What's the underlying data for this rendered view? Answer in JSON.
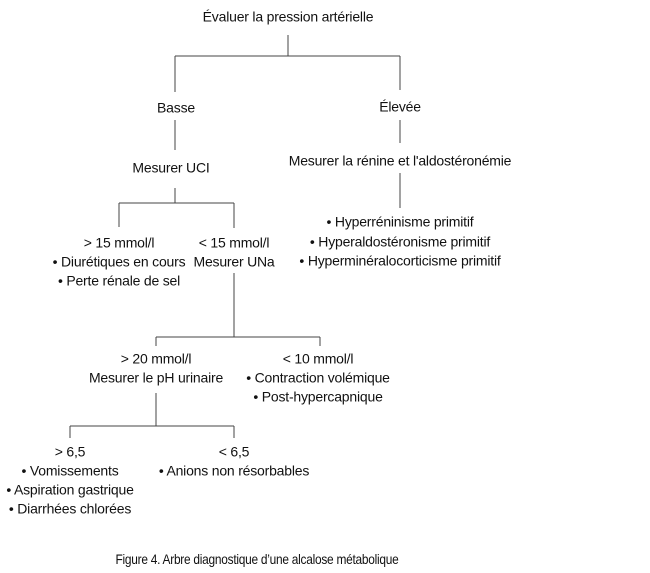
{
  "root": "Évaluer la pression artérielle",
  "low": {
    "label": "Basse",
    "action": "Mesurer UCI",
    "high_ucl": {
      "threshold": "> 15 mmol/l",
      "items": [
        "• Diurétiques en cours",
        "• Perte rénale de sel"
      ]
    },
    "low_ucl": {
      "threshold": "< 15 mmol/l",
      "action": "Mesurer UNa"
    },
    "high_una": {
      "threshold": "> 20 mmol/l",
      "action": "Mesurer le pH urinaire"
    },
    "low_una": {
      "threshold": "< 10 mmol/l",
      "items": [
        "• Contraction volémique",
        "• Post-hypercapnique"
      ]
    },
    "high_ph": {
      "threshold": "> 6,5",
      "items": [
        "• Vomissements",
        "• Aspiration gastrique",
        "• Diarrhées chlorées"
      ]
    },
    "low_ph": {
      "threshold": "< 6,5",
      "items": [
        "• Anions non résorbables"
      ]
    }
  },
  "high": {
    "label": "Élevée",
    "action": "Mesurer la rénine et l'aldostéronémie",
    "items": [
      "• Hyperréninisme primitif",
      "• Hyperaldostéronisme primitif",
      "• Hyperminéralocorticisme primitif"
    ]
  },
  "caption": "Figure 4. Arbre diagnostique d’une alcalose métabolique"
}
